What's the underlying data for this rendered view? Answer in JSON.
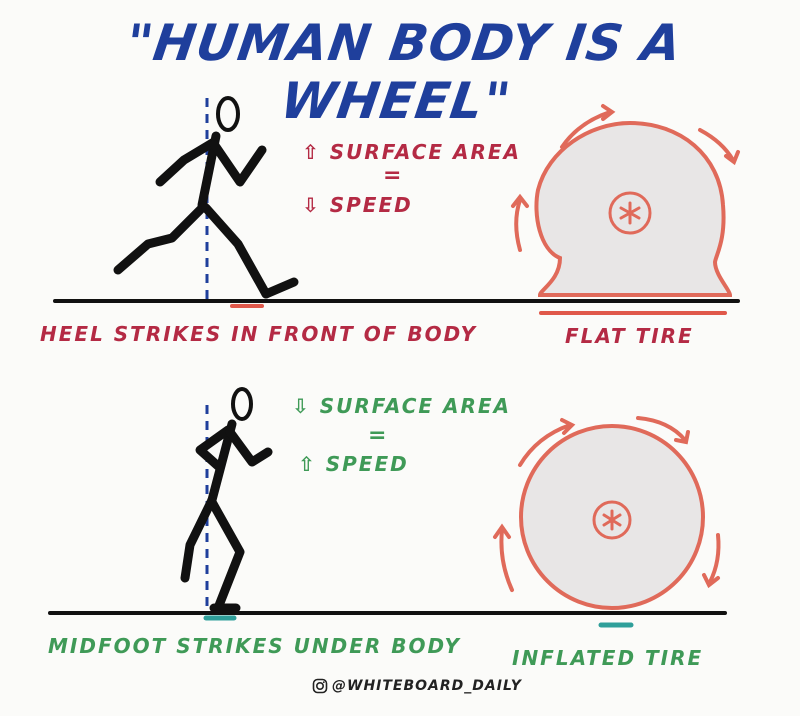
{
  "title": "\"HUMAN BODY IS A WHEEL\"",
  "top": {
    "line1": "⇧ SURFACE AREA",
    "eq": "=",
    "line2": "⇩ SPEED",
    "left_caption": "HEEL STRIKES IN FRONT OF BODY",
    "right_caption": "FLAT TIRE",
    "accent": "#b42a44"
  },
  "bottom": {
    "line1": "⇩ SURFACE AREA",
    "eq": "=",
    "line2": "⇧ SPEED",
    "left_caption": "MIDFOOT STRIKES UNDER BODY",
    "right_caption": "INFLATED TIRE",
    "accent": "#3f9a57"
  },
  "credit": "@WHITEBOARD_DAILY",
  "colors": {
    "title": "#1f3f9c",
    "tire": "#e06a5a",
    "ground": "#111111",
    "contact_red": "#e0584a",
    "contact_teal": "#2f9f9a"
  },
  "icons": [
    "instagram-icon"
  ]
}
